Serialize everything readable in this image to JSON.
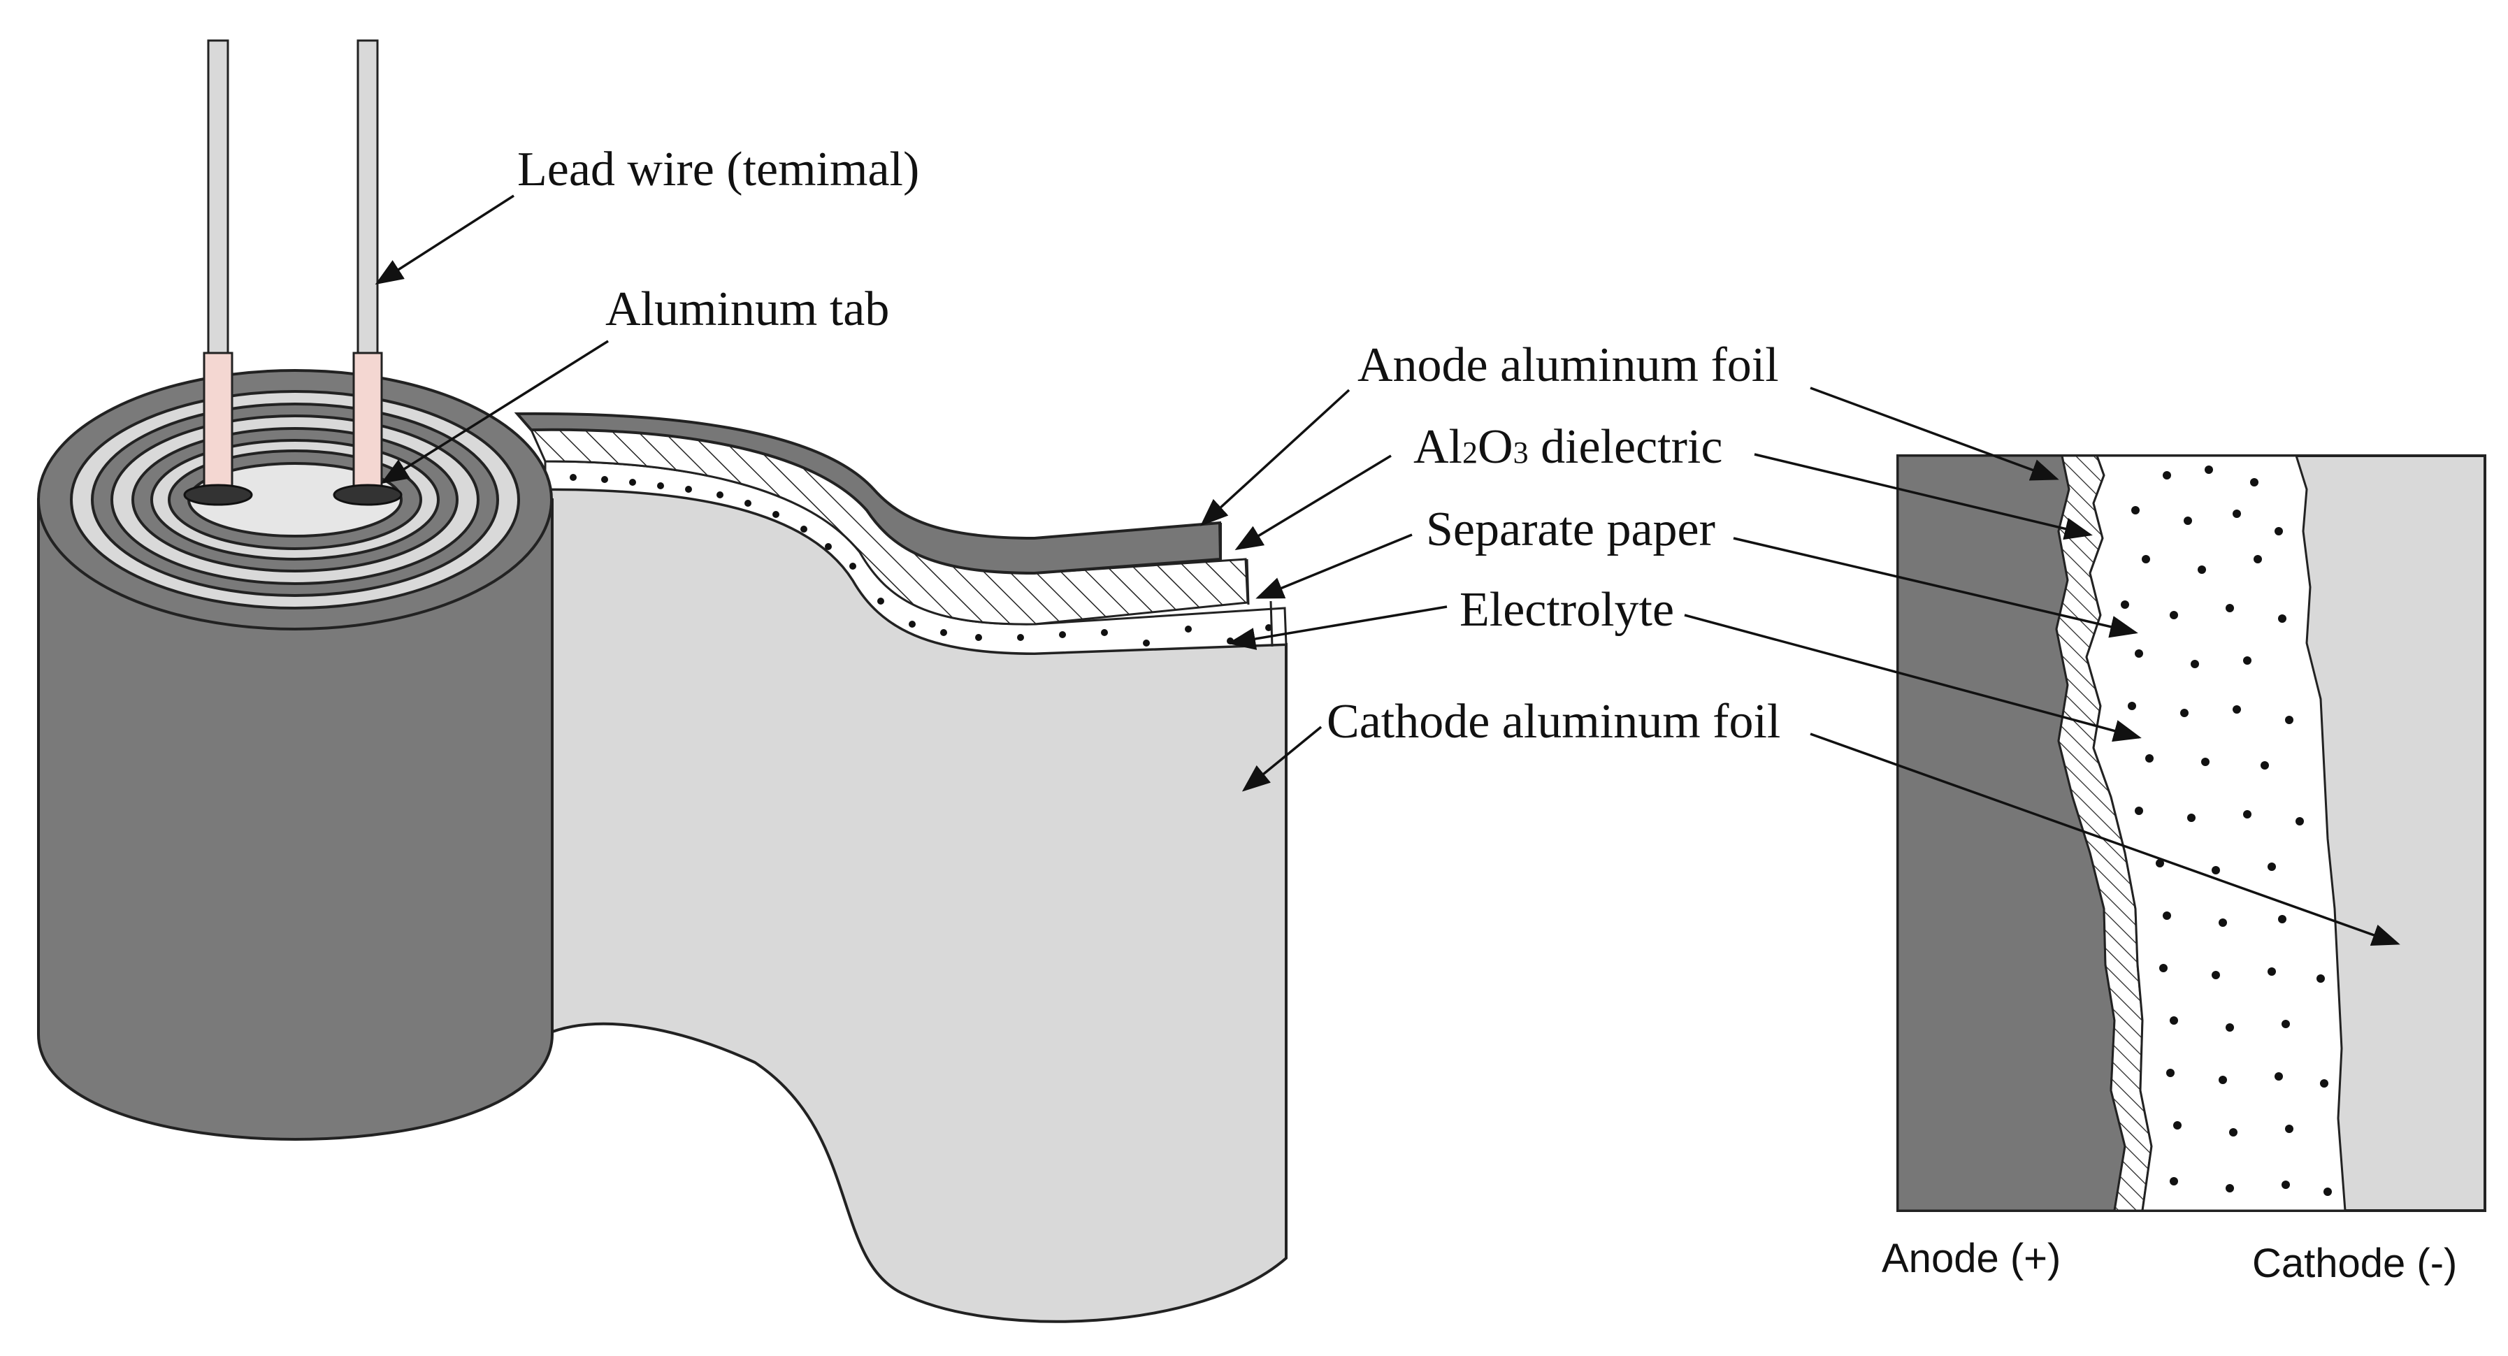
{
  "labels": {
    "lead_wire": "Lead wire (temimal)",
    "aluminum_tab": "Aluminum tab",
    "anode_foil": "Anode aluminum foil",
    "dielectric_prefix": "Al",
    "dielectric_sub1": "2",
    "dielectric_mid": "O",
    "dielectric_sub2": "3",
    "dielectric_suffix": " dielectric",
    "separate_paper": "Separate paper",
    "electrolyte": "Electrolyte",
    "cathode_foil": "Cathode aluminum foil",
    "anode_pole": "Anode (+)",
    "cathode_pole": "Cathode (-)"
  }
}
